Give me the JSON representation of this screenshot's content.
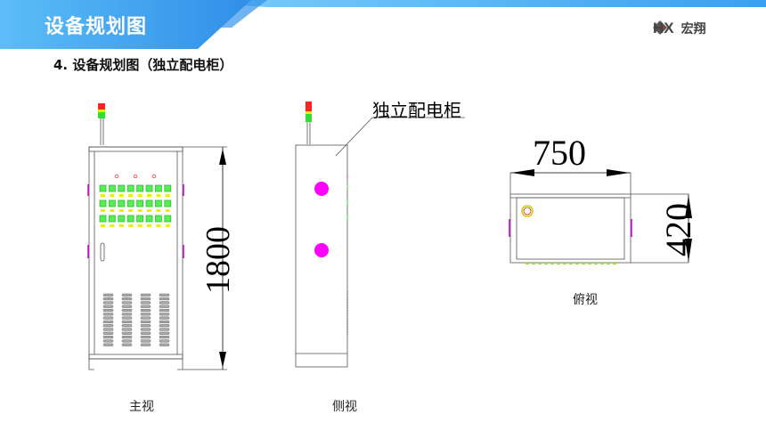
{
  "header": {
    "title": "设备规划图",
    "logo_mark": "HX",
    "logo_text": "宏翔"
  },
  "subtitle": "4. 设备规划图（独立配电柜）",
  "drawings": {
    "front": {
      "caption": "主视",
      "height_dim": "1800"
    },
    "side": {
      "caption": "侧视",
      "label": "独立配电柜"
    },
    "top": {
      "caption": "俯视",
      "width_dim": "750",
      "depth_dim": "420"
    }
  },
  "colors": {
    "banner": "#3a9cf0",
    "banner_light": "#5cb8f7",
    "indicator_red": "#ff2020",
    "indicator_green": "#33dd33",
    "breaker_yellow": "#ffee00",
    "magenta": "#ff00ff"
  }
}
